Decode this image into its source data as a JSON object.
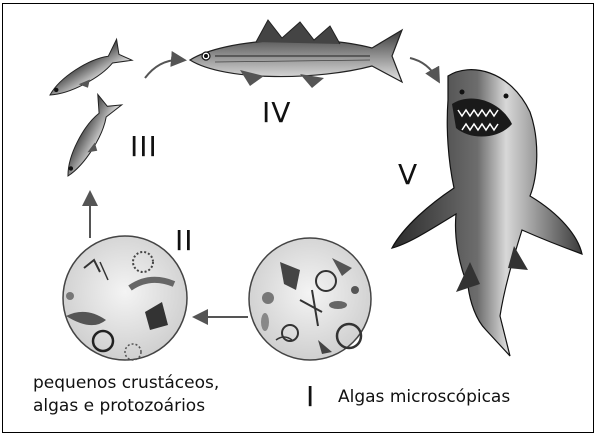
{
  "stages": {
    "i": {
      "numeral": "I",
      "caption": "Algas microscópicas"
    },
    "ii": {
      "numeral": "II",
      "caption_line1": "pequenos crustáceos,",
      "caption_line2": "algas e protozoários"
    },
    "iii": {
      "numeral": "III"
    },
    "iv": {
      "numeral": "IV"
    },
    "v": {
      "numeral": "V"
    }
  }
}
